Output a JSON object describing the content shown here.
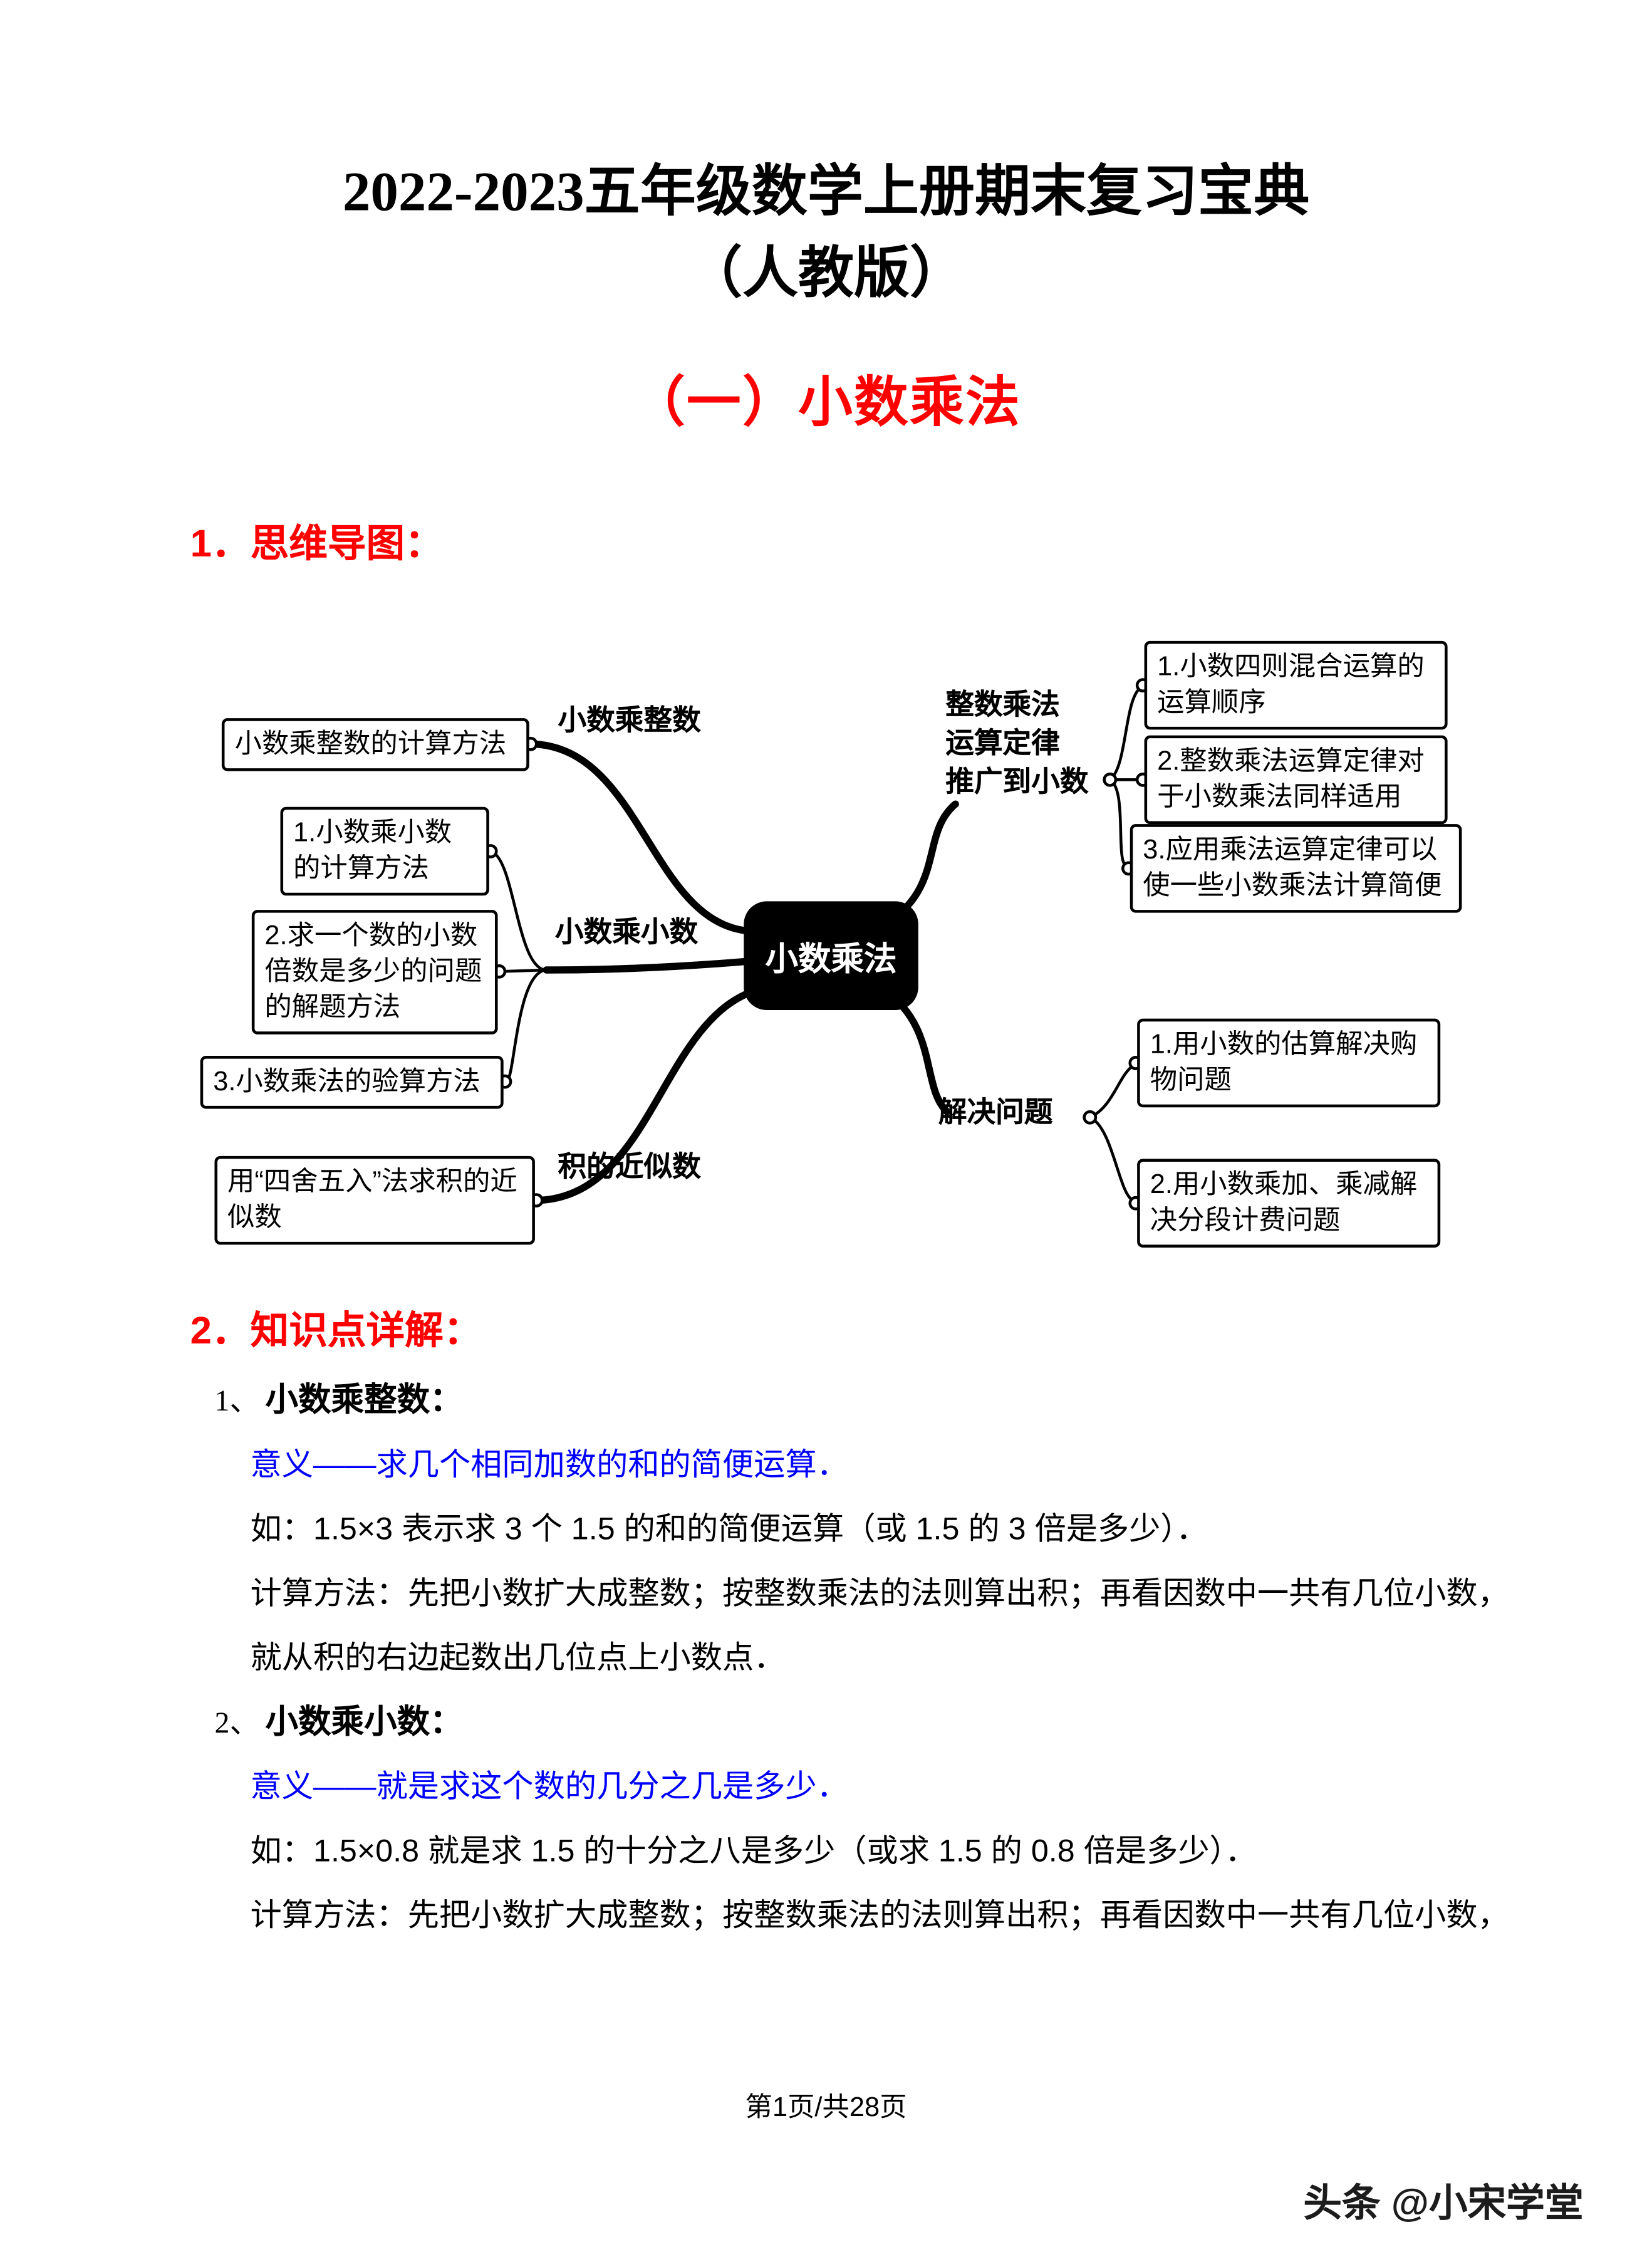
{
  "doc": {
    "title_line1": "2022-2023五年级数学上册期末复习宝典",
    "title_line2": "（人教版）",
    "chapter_heading": "（一）小数乘法",
    "mindmap_heading": "1．思维导图：",
    "knowledge_heading": "2．知识点详解：",
    "footer_page": "第1页/共28页",
    "watermark": "头条 @小宋学堂"
  },
  "colors": {
    "heading_red": "#fe0000",
    "meaning_blue": "#0000fe",
    "center_node_bg": "#000000"
  },
  "mindmap": {
    "center": "小数乘法",
    "labels": {
      "b1": "小数乘整数",
      "b2": "小数乘小数",
      "b3": "积的近似数",
      "b4": "整数乘法\n运算定律\n推广到小数",
      "b5": "解决问题"
    },
    "nodes": {
      "n1": "小数乘整数的计算方法",
      "n2": "1.小数乘小数的计算方法",
      "n3": "2.求一个数的小数倍数是多少的问题的解题方法",
      "n4": "3.小数乘法的验算方法",
      "n5": "用“四舍五入”法求积的近似数",
      "r1": "1.小数四则混合运算的运算顺序",
      "r2": "2.整数乘法运算定律对于小数乘法同样适用",
      "r3": "3.应用乘法运算定律可以使一些小数乘法计算简便",
      "r4": "1.用小数的估算解决购物问题",
      "r5": "2.用小数乘加、乘减解决分段计费问题"
    }
  },
  "knowledge": {
    "item1": {
      "num": "1、",
      "title": "小数乘整数：",
      "meaning": "意义——求几个相同加数的和的简便运算．",
      "example": "如：1.5×3 表示求 3 个 1.5 的和的简便运算（或 1.5 的 3 倍是多少）．",
      "method_line1": "计算方法：先把小数扩大成整数；按整数乘法的法则算出积；再看因数中一共有几位小数，",
      "method_line2": "就从积的右边起数出几位点上小数点．"
    },
    "item2": {
      "num": "2、",
      "title": "小数乘小数：",
      "meaning": "意义——就是求这个数的几分之几是多少．",
      "example": "如：1.5×0.8 就是求 1.5 的十分之八是多少（或求 1.5 的 0.8 倍是多少）．",
      "method_line1": "计算方法：先把小数扩大成整数；按整数乘法的法则算出积；再看因数中一共有几位小数，"
    }
  }
}
